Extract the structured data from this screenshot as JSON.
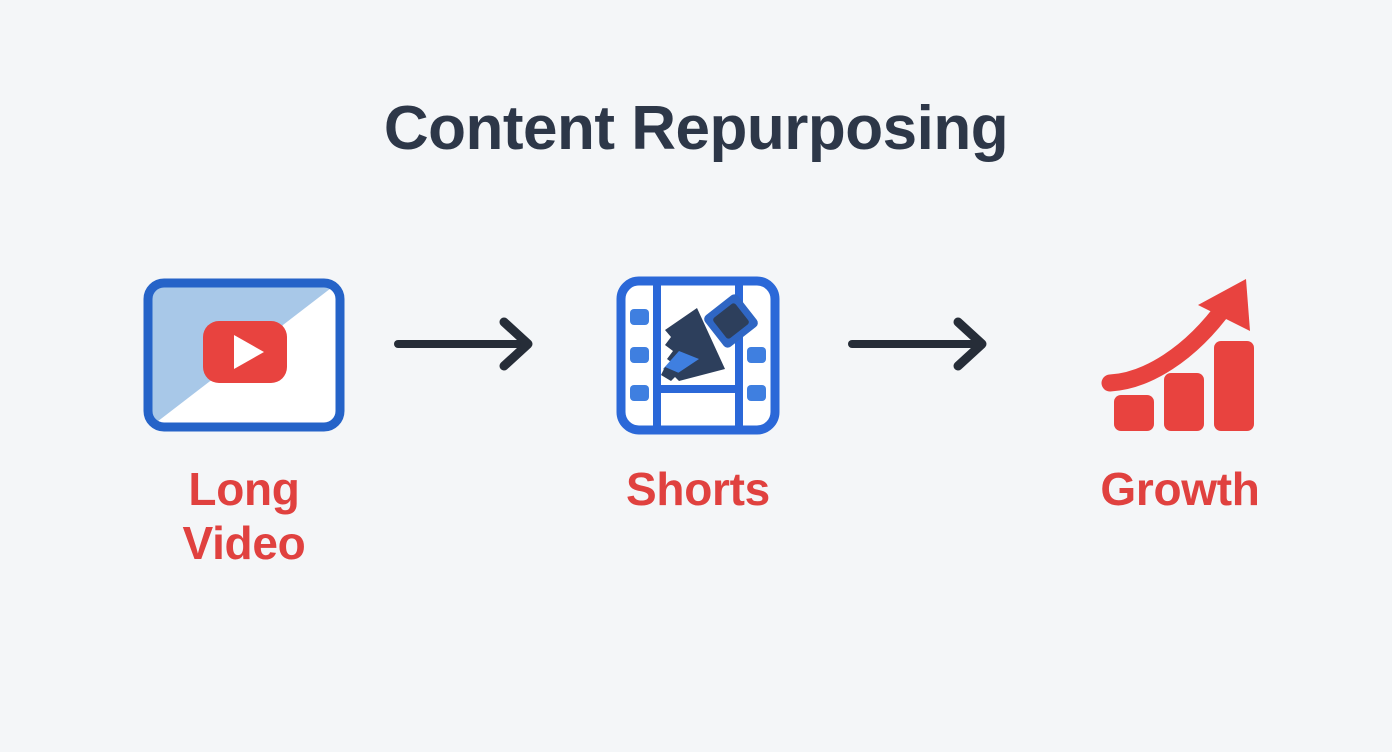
{
  "page": {
    "title": "Content Repurposing",
    "background_color": "#f4f6f8",
    "title_color": "#2d3748"
  },
  "colors": {
    "accent_red": "#e0413f",
    "accent_blue": "#2563c8",
    "light_blue": "#a8c8e8",
    "dark_slate": "#2d3748",
    "arrow_dark": "#262d38",
    "white": "#ffffff"
  },
  "flow": {
    "steps": [
      {
        "id": "long-video",
        "label": "Long\nVideo",
        "icon": "video-player-icon",
        "label_color": "#e0413f"
      },
      {
        "id": "shorts",
        "label": "Shorts",
        "icon": "film-strip-cut-icon",
        "label_color": "#e0413f"
      },
      {
        "id": "growth",
        "label": "Growth",
        "icon": "growth-chart-icon",
        "label_color": "#e0413f"
      }
    ],
    "arrows": [
      {
        "id": "arrow-1",
        "icon": "arrow-right-icon",
        "color": "#262d38"
      },
      {
        "id": "arrow-2",
        "icon": "arrow-right-icon",
        "color": "#262d38"
      }
    ]
  }
}
